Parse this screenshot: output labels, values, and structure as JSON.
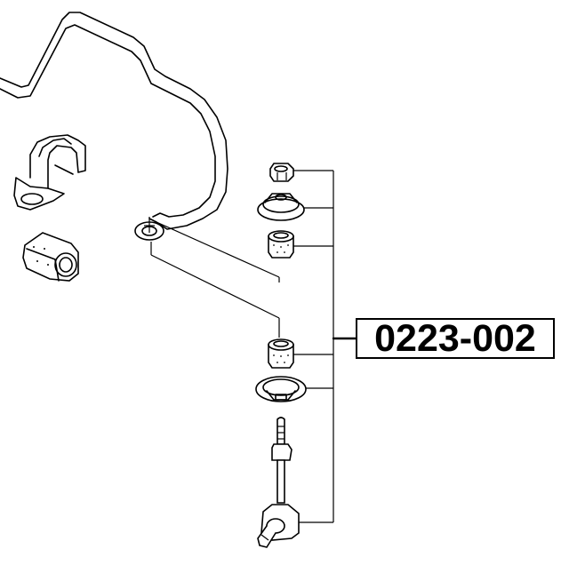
{
  "diagram": {
    "part_number": "0223-002",
    "colors": {
      "background": "#ffffff",
      "line": "#000000"
    },
    "components": [
      {
        "name": "stabilizer-bar"
      },
      {
        "name": "stabilizer-bushing-bracket"
      },
      {
        "name": "stabilizer-bushing"
      },
      {
        "name": "nut"
      },
      {
        "name": "upper-washer"
      },
      {
        "name": "upper-rubber-bushing"
      },
      {
        "name": "lower-rubber-bushing"
      },
      {
        "name": "lower-washer"
      },
      {
        "name": "stabilizer-link-ball-joint"
      }
    ]
  }
}
